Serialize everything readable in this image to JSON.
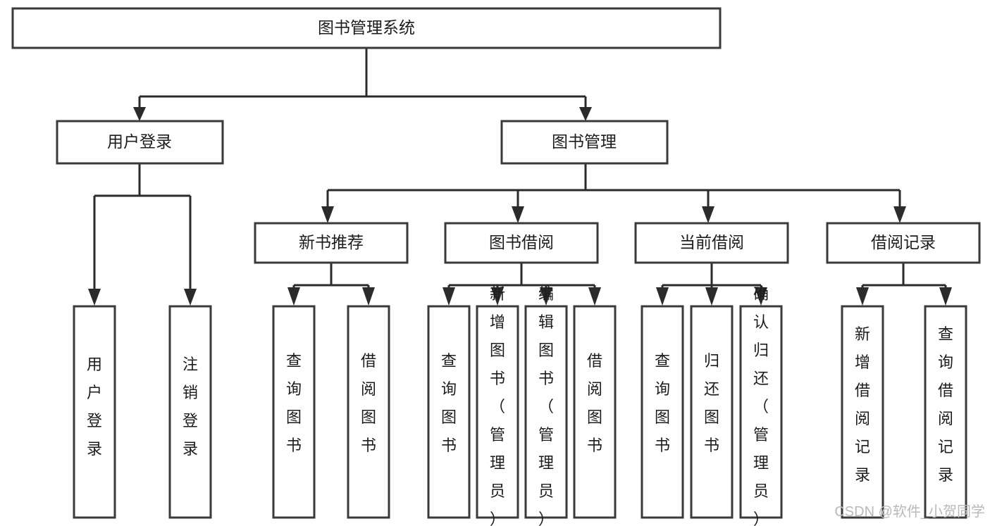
{
  "diagram": {
    "title": "图书管理系统",
    "type": "hierarchy-tree",
    "root": {
      "id": "root",
      "label": "图书管理系统"
    },
    "level2": [
      {
        "id": "user-login",
        "label": "用户登录"
      },
      {
        "id": "book-manage",
        "label": "图书管理"
      }
    ],
    "level3": [
      {
        "id": "new-book-recommend",
        "label": "新书推荐"
      },
      {
        "id": "book-borrow",
        "label": "图书借阅"
      },
      {
        "id": "current-borrow",
        "label": "当前借阅"
      },
      {
        "id": "borrow-record",
        "label": "借阅记录"
      }
    ],
    "leaves": {
      "user_login": [
        {
          "id": "leaf-user-login",
          "label": "用户登录"
        },
        {
          "id": "leaf-logout-login",
          "label": "注销登录"
        }
      ],
      "new_book_recommend": [
        {
          "id": "leaf-query-book-1",
          "label": "查询图书"
        },
        {
          "id": "leaf-borrow-book-1",
          "label": "借阅图书"
        }
      ],
      "book_borrow": [
        {
          "id": "leaf-query-book-2",
          "label": "查询图书"
        },
        {
          "id": "leaf-add-book",
          "label": "新增图书（管理员）"
        },
        {
          "id": "leaf-edit-book",
          "label": "编辑图书（管理员）"
        },
        {
          "id": "leaf-borrow-book-2",
          "label": "借阅图书"
        }
      ],
      "current_borrow": [
        {
          "id": "leaf-query-book-3",
          "label": "查询图书"
        },
        {
          "id": "leaf-return-book",
          "label": "归还图书"
        },
        {
          "id": "leaf-confirm-return",
          "label": "确认归还（管理员）"
        }
      ],
      "borrow_record": [
        {
          "id": "leaf-add-record",
          "label": "新增借阅记录"
        },
        {
          "id": "leaf-query-record",
          "label": "查询借阅记录"
        }
      ]
    },
    "watermark": "CSDN @软件_小贺同学",
    "colors": {
      "background": "#ffffff",
      "box_fill": "#ffffff",
      "box_stroke": "#3a3a3a",
      "connector": "#2b2b2b",
      "label_text": "#1c1c1c",
      "watermark_text": "#b9b9b9"
    }
  }
}
